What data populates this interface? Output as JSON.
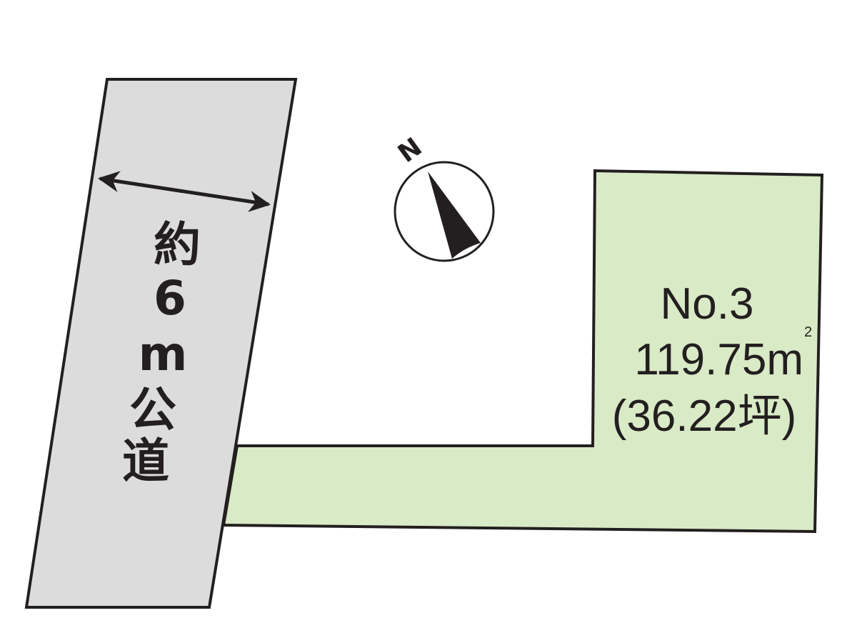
{
  "road": {
    "chars": [
      "約",
      "6",
      "m",
      "公",
      "道"
    ],
    "fill_color": "#dcdcdd"
  },
  "north_arrow": {
    "label": "N",
    "icon": "north-arrow-icon"
  },
  "lot": {
    "number": "No.3",
    "area_value": "119.75",
    "area_unit": "m",
    "area_unit_sup": "2",
    "tsubo": "(36.22坪)",
    "fill_color": "#d9eac6"
  },
  "colors": {
    "outline": "#231f20",
    "road": "#dcdcdd",
    "lot": "#d9eac6"
  }
}
